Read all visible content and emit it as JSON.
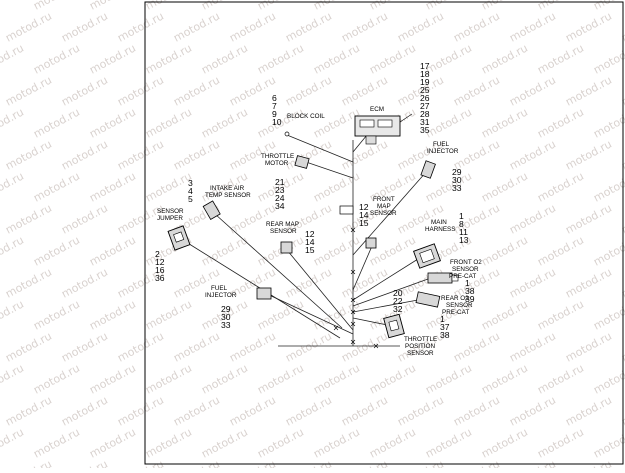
{
  "watermark": "motod.ru",
  "components": {
    "ecm": {
      "label": "ECM",
      "pins": [
        "17",
        "18",
        "19",
        "25",
        "26",
        "27",
        "28",
        "31",
        "35"
      ]
    },
    "block_coil": {
      "label": "BLOCK COIL",
      "pins": [
        "6",
        "7",
        "9",
        "10"
      ]
    },
    "throttle_motor": {
      "label_lines": [
        "THROTTLE",
        "MOTOR"
      ],
      "pins": [
        "21",
        "23",
        "24",
        "34"
      ]
    },
    "intake_air_temp_sensor": {
      "label_lines": [
        "INTAKE AIR",
        "TEMP SENSOR"
      ],
      "pins": [
        "3",
        "4",
        "5"
      ]
    },
    "sensor_jumper": {
      "label_lines": [
        "SENSOR",
        "JUMPER"
      ],
      "pins": [
        "2",
        "12",
        "16",
        "36"
      ]
    },
    "rear_map_sensor": {
      "label_lines": [
        "REAR MAP",
        "SENSOR"
      ],
      "pins": [
        "12",
        "14",
        "15"
      ]
    },
    "front_map_sensor": {
      "label_lines": [
        "FRONT",
        "MAP",
        "SENSOR"
      ],
      "pins": [
        "12",
        "14",
        "15"
      ]
    },
    "fuel_injector_top": {
      "label_lines": [
        "FUEL",
        "INJECTOR"
      ],
      "pins": [
        "29",
        "30",
        "33"
      ]
    },
    "fuel_injector_bottom": {
      "label_lines": [
        "FUEL",
        "INJECTOR"
      ],
      "pins": [
        "29",
        "30",
        "33"
      ]
    },
    "main_harness": {
      "label_lines": [
        "MAIN",
        "HARNESS"
      ],
      "pins": [
        "1",
        "8",
        "11",
        "13"
      ]
    },
    "front_o2_sensor": {
      "label_lines": [
        "FRONT O2",
        "SENSOR",
        "PRE-CAT"
      ],
      "pins": [
        "1",
        "38",
        "39"
      ]
    },
    "rear_o2_sensor": {
      "label_lines": [
        "REAR O2",
        "SENSOR",
        "PRE-CAT"
      ],
      "pins": [
        "1",
        "37",
        "38"
      ]
    },
    "throttle_position_sensor": {
      "label_lines": [
        "THROTTLE",
        "POSITION",
        "SENSOR"
      ],
      "pins": [
        "20",
        "22",
        "32"
      ]
    }
  }
}
